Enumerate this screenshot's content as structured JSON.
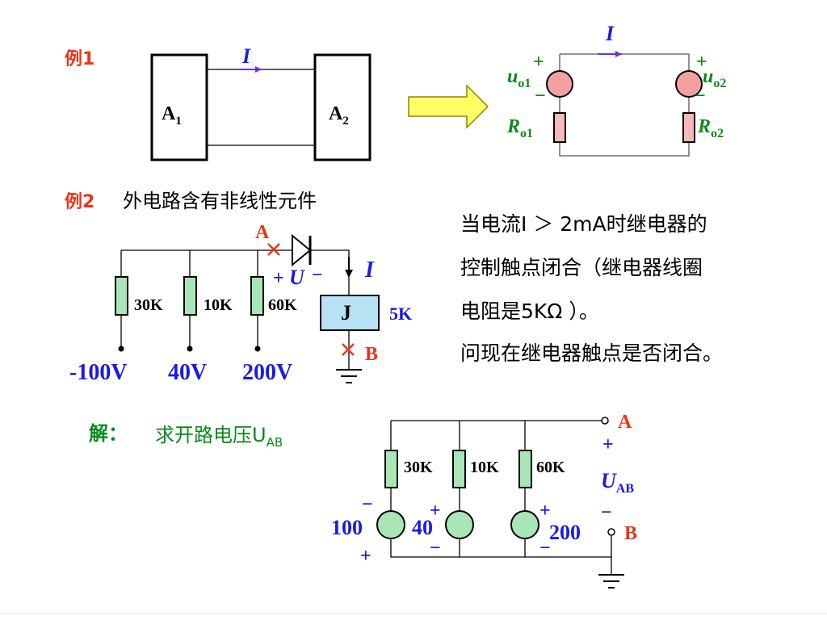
{
  "example1": {
    "label": "例1",
    "box_left": "A",
    "box_left_sub": "1",
    "box_right": "A",
    "box_right_sub": "2",
    "current": "I",
    "equiv": {
      "current": "I",
      "u1": "u",
      "u1_sub": "o1",
      "u2": "u",
      "u2_sub": "o2",
      "r1": "R",
      "r1_sub": "o1",
      "r2": "R",
      "r2_sub": "o2",
      "plus": "+",
      "minus": "−"
    }
  },
  "example2": {
    "label": "例2",
    "title": "外电路含有非线性元件",
    "node_a": "A",
    "node_b": "B",
    "voltage": "U",
    "plus": "+",
    "minus": "−",
    "current": "I",
    "resistors": [
      "30K",
      "10K",
      "60K"
    ],
    "relay_label": "J",
    "relay_res": "5K",
    "sources": [
      "-100V",
      "40V",
      "200V"
    ],
    "problem_lines": [
      "当电流I ＞ 2mA时继电器的",
      "控制触点闭合（继电器线圈",
      "电阻是5KΩ ）。",
      "问现在继电器触点是否闭合。"
    ]
  },
  "solution": {
    "label": "解：",
    "step": "求开路电压U",
    "step_sub": "AB",
    "resistors": [
      "30K",
      "10K",
      "60K"
    ],
    "sources": [
      "100",
      "40",
      "200"
    ],
    "node_a": "A",
    "node_b": "B",
    "u": "U",
    "u_sub": "AB",
    "plus": "+",
    "minus": "−"
  }
}
